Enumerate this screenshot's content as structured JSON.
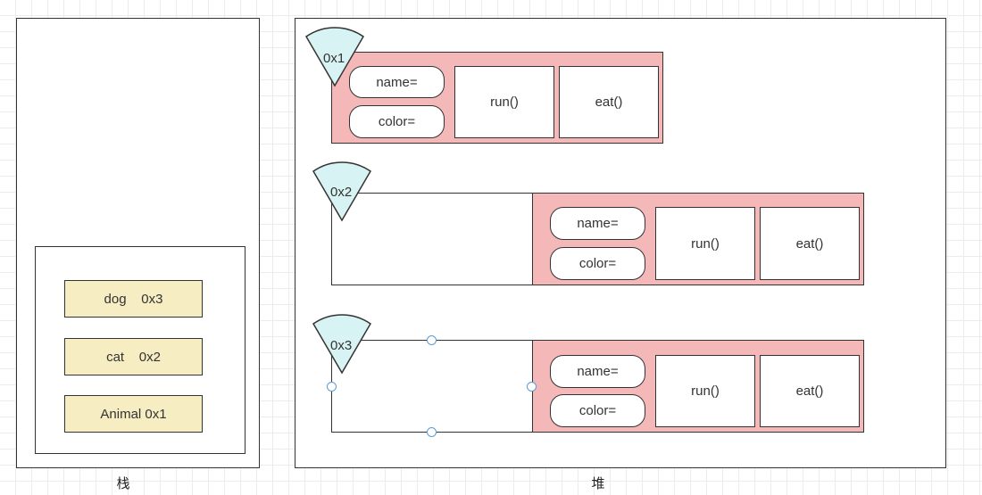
{
  "stack": {
    "label": "栈",
    "variables": [
      {
        "text": "dog    0x3"
      },
      {
        "text": "cat    0x2"
      },
      {
        "text": "Animal 0x1"
      }
    ]
  },
  "heap": {
    "label": "堆",
    "objects": [
      {
        "address": "0x1",
        "fields": [
          "name=",
          "color="
        ],
        "methods": [
          "run()",
          "eat()"
        ],
        "has_subclass_area": false,
        "selected": false
      },
      {
        "address": "0x2",
        "fields": [
          "name=",
          "color="
        ],
        "methods": [
          "run()",
          "eat()"
        ],
        "has_subclass_area": true,
        "selected": false
      },
      {
        "address": "0x3",
        "fields": [
          "name=",
          "color="
        ],
        "methods": [
          "run()",
          "eat()"
        ],
        "has_subclass_area": true,
        "selected": true
      }
    ]
  },
  "colors": {
    "stack_var_fill": "#f6edc2",
    "parent_object_fill": "#f4b8b8",
    "address_marker_fill": "#d8f3f3",
    "selection_handle": "#5b9bd5"
  }
}
